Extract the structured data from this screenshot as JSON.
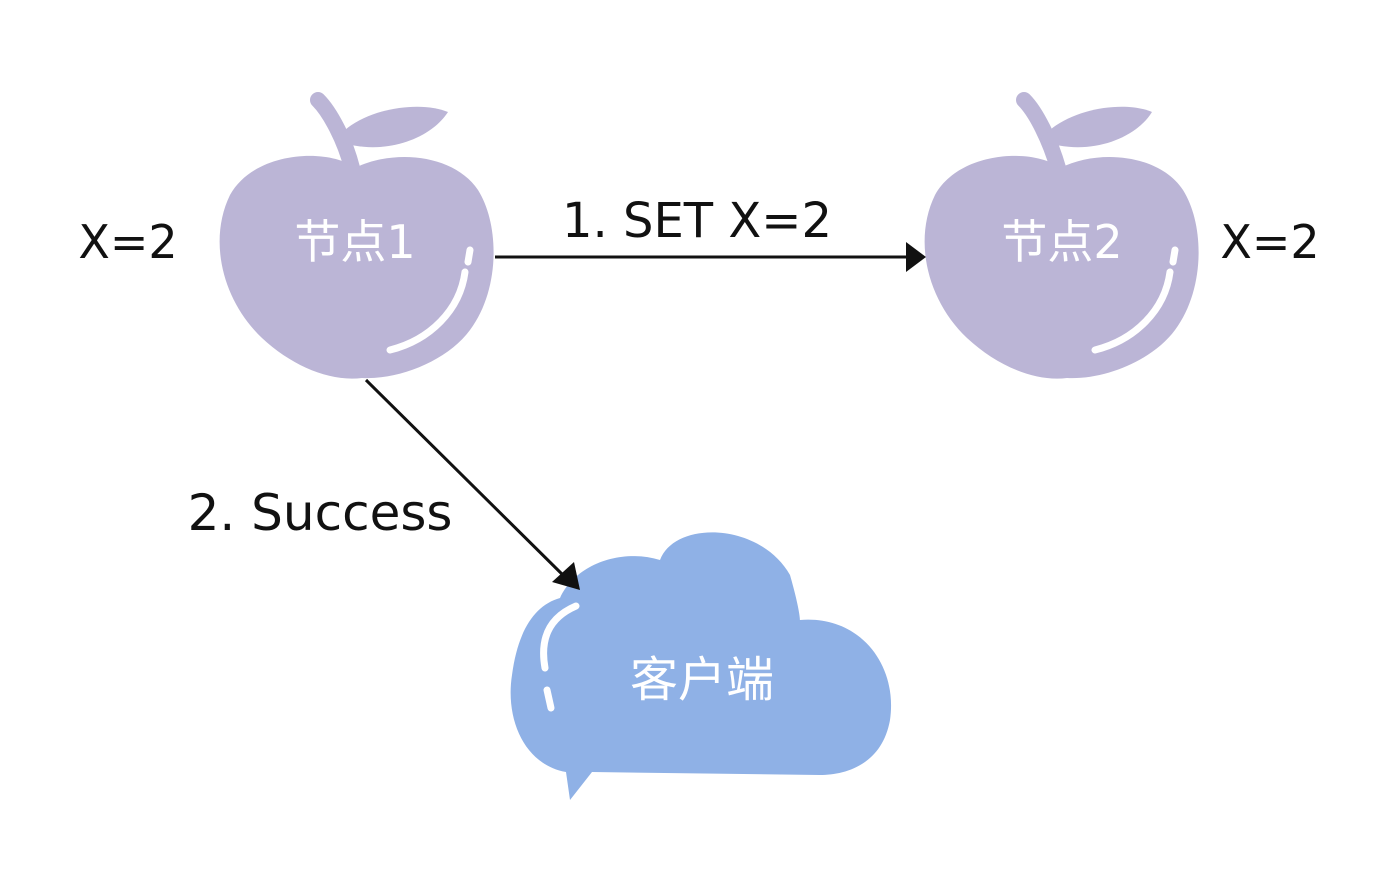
{
  "nodes": {
    "node1": {
      "label": "节点1",
      "value": "X=2"
    },
    "node2": {
      "label": "节点2",
      "value": "X=2"
    },
    "client": {
      "label": "客户端"
    }
  },
  "edges": {
    "set": {
      "label": "1. SET X=2"
    },
    "success": {
      "label": "2. Success"
    }
  },
  "colors": {
    "apple": "#bbb5d6",
    "cloud": "#8fb1e6",
    "ink": "#111111",
    "label_text": "#ffffff"
  },
  "icons": {
    "node1": "apple-icon",
    "node2": "apple-icon",
    "client": "cloud-icon"
  }
}
